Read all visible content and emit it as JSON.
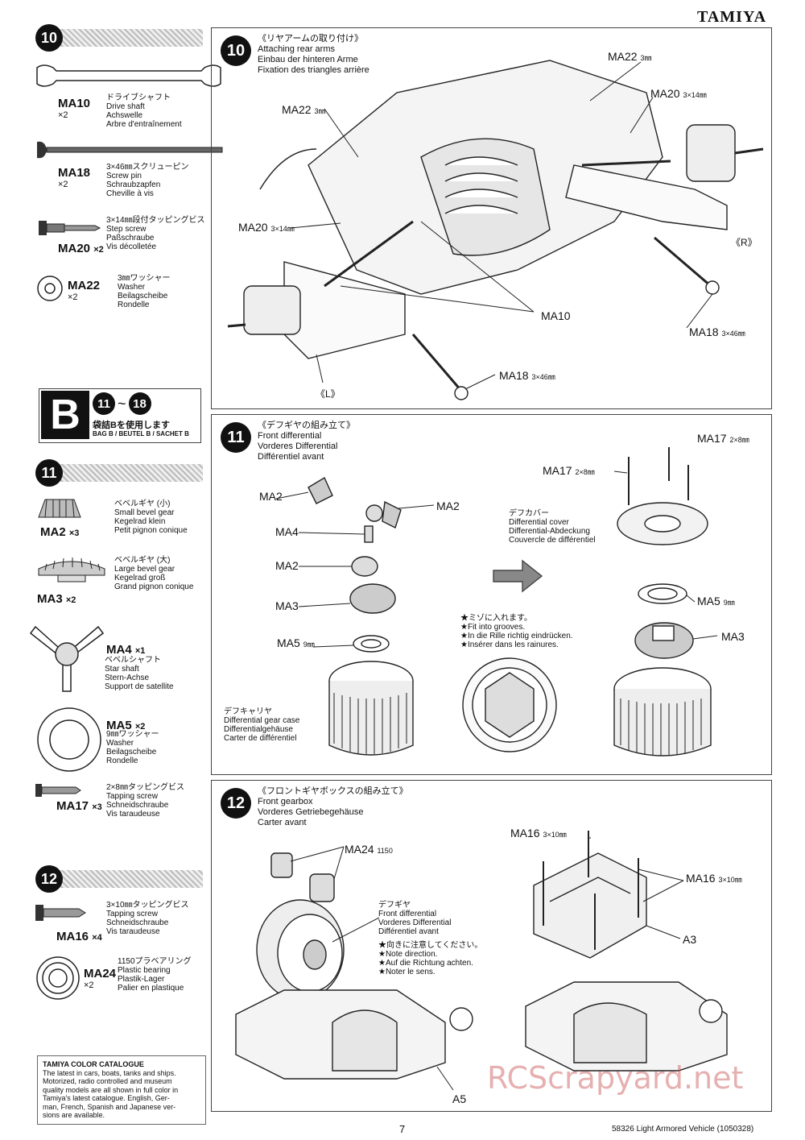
{
  "header": {
    "brand": "TAMIYA"
  },
  "sidebar": {
    "step10": {
      "number": "10",
      "parts": [
        {
          "code": "MA10",
          "qty": "×2",
          "desc": [
            "ドライブシャフト",
            "Drive shaft",
            "Achswelle",
            "Arbre d'entraînement"
          ]
        },
        {
          "code": "MA18",
          "qty": "×2",
          "desc": [
            "3×46㎜スクリューピン",
            "Screw pin",
            "Schraubzapfen",
            "Cheville à vis"
          ]
        },
        {
          "code": "MA20",
          "qty": "×2",
          "desc": [
            "3×14㎜段付タッピングビス",
            "Step screw",
            "Paßschraube",
            "Vis décolletée"
          ]
        },
        {
          "code": "MA22",
          "qty": "×2",
          "desc": [
            "3㎜ワッシャー",
            "Washer",
            "Beilagscheibe",
            "Rondelle"
          ]
        }
      ]
    },
    "bag": {
      "letter": "B",
      "range_start": "11",
      "range_sep": "~",
      "range_end": "18",
      "jp": "袋詰Bを使用します",
      "multi": "BAG B / BEUTEL B / SACHET B"
    },
    "step11": {
      "number": "11",
      "parts": [
        {
          "code": "MA2",
          "qty": "×3",
          "desc": [
            "ベベルギヤ (小)",
            "Small bevel gear",
            "Kegelrad klein",
            "Petit pignon conique"
          ]
        },
        {
          "code": "MA3",
          "qty": "×2",
          "desc": [
            "ベベルギヤ (大)",
            "Large bevel gear",
            "Kegelrad groß",
            "Grand pignon conique"
          ]
        },
        {
          "code": "MA4",
          "qty": "×1",
          "desc": [
            "ベベルシャフト",
            "Star shaft",
            "Stern-Achse",
            "Support de satellite"
          ]
        },
        {
          "code": "MA5",
          "qty": "×2",
          "desc": [
            "9㎜ワッシャー",
            "Washer",
            "Beilagscheibe",
            "Rondelle"
          ]
        },
        {
          "code": "MA17",
          "qty": "×3",
          "desc": [
            "2×8㎜タッピングビス",
            "Tapping screw",
            "Schneidschraube",
            "Vis taraudeuse"
          ]
        }
      ]
    },
    "step12": {
      "number": "12",
      "parts": [
        {
          "code": "MA16",
          "qty": "×4",
          "desc": [
            "3×10㎜タッピングビス",
            "Tapping screw",
            "Schneidschraube",
            "Vis taraudeuse"
          ]
        },
        {
          "code": "MA24",
          "qty": "×2",
          "desc": [
            "1150プラベアリング",
            "Plastic bearing",
            "Plastik-Lager",
            "Palier en plastique"
          ]
        }
      ]
    },
    "catalogue": {
      "title": "TAMIYA COLOR CATALOGUE",
      "lines": [
        "The latest in cars, boats, tanks and ships.",
        "Motorized, radio controlled and museum",
        "quality models are all shown in full color in",
        "Tamiya's latest catalogue. English, Ger-",
        "man, French, Spanish and Japanese ver-",
        "sions are available."
      ]
    }
  },
  "panel10": {
    "number": "10",
    "title": [
      "《リヤアームの取り付け》",
      "Attaching rear arms",
      "Einbau der hinteren Arme",
      "Fixation des triangles arrière"
    ],
    "labels": {
      "ma22_top": "MA22",
      "ma22_top_size": "3㎜",
      "ma20_right": "MA20",
      "ma20_right_size": "3×14㎜",
      "ma22_left": "MA22",
      "ma22_left_size": "3㎜",
      "ma20_left": "MA20",
      "ma20_left_size": "3×14㎜",
      "r": "《R》",
      "ma10": "MA10",
      "ma18_right": "MA18",
      "ma18_right_size": "3×46㎜",
      "ma18_bottom": "MA18",
      "ma18_bottom_size": "3×46㎜",
      "l": "《L》"
    }
  },
  "panel11": {
    "number": "11",
    "title": [
      "《デフギヤの組み立て》",
      "Front differential",
      "Vorderes Differential",
      "Différentiel avant"
    ],
    "labels": {
      "ma2_a": "MA2",
      "ma2_b": "MA2",
      "ma4": "MA4",
      "ma2_c": "MA2",
      "ma3": "MA3",
      "ma5": "MA5",
      "ma5_size": "9㎜",
      "case": [
        "デフキャリヤ",
        "Differential gear case",
        "Differentialgehäuse",
        "Carter de différentiel"
      ],
      "ma17_a": "MA17",
      "ma17_a_size": "2×8㎜",
      "ma17_b": "MA17",
      "ma17_b_size": "2×8㎜",
      "cover": [
        "デフカバー",
        "Differential cover",
        "Differential-Abdeckung",
        "Couvercle de différentiel"
      ],
      "ma5_r": "MA5",
      "ma5_r_size": "9㎜",
      "ma3_r": "MA3",
      "note": [
        "★ミゾに入れます。",
        "★Fit into grooves.",
        "★In die Rille richtig eindrücken.",
        "★Insérer dans les rainures."
      ]
    }
  },
  "panel12": {
    "number": "12",
    "title": [
      "《フロントギヤボックスの組み立て》",
      "Front gearbox",
      "Vorderes Getriebegehäuse",
      "Carter avant"
    ],
    "labels": {
      "ma24": "MA24",
      "ma24_size": "1150",
      "diff": [
        "デフギヤ",
        "Front differential",
        "Vorderes Differential",
        "Différentiel avant"
      ],
      "note": [
        "★向きに注意してください。",
        "★Note direction.",
        "★Auf die Richtung achten.",
        "★Noter le sens."
      ],
      "a5": "A5",
      "ma16_a": "MA16",
      "ma16_a_size": "3×10㎜",
      "ma16_b": "MA16",
      "ma16_b_size": "3×10㎜",
      "a3": "A3"
    }
  },
  "footer": {
    "page": "7",
    "model": "58326  Light Armored Vehicle (1050328)",
    "watermark": "RCScrapyard.net"
  }
}
